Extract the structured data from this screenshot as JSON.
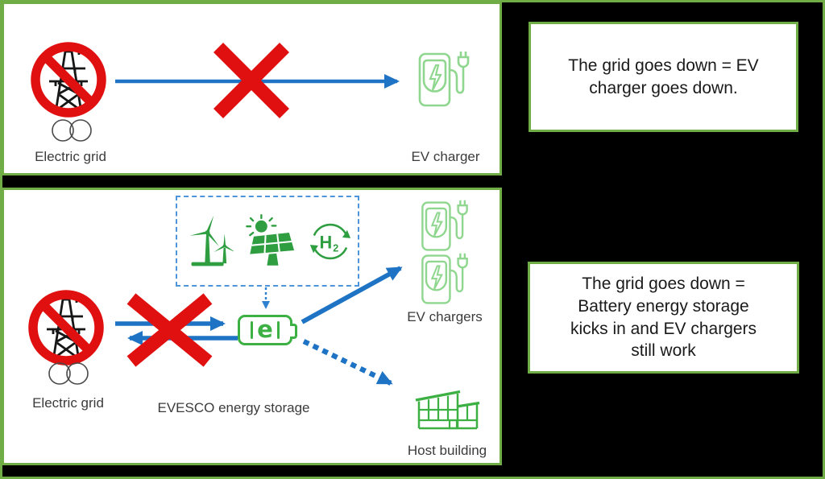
{
  "colors": {
    "outer_border_green": "#70AD47",
    "panel_border_green": "#70AD47",
    "icon_light_green": "#8FD68F",
    "icon_dark_green": "#2E9E41",
    "battery_green": "#3CB043",
    "arrow_blue": "#1E73C4",
    "dashed_blue": "#4D94DB",
    "prohibition_red": "#E11010",
    "background_black": "#000000"
  },
  "top_panel": {
    "grid_label": "Electric grid",
    "charger_label": "EV charger"
  },
  "top_callout": {
    "text": "The grid goes down = EV\ncharger goes down."
  },
  "bottom_panel": {
    "grid_label": "Electric grid",
    "storage_label": "EVESCO energy storage",
    "chargers_label": "EV chargers",
    "building_label": "Host building",
    "battery_logo_letter": "e",
    "hydrogen_symbol": "H",
    "hydrogen_subscript": "2"
  },
  "bottom_callout": {
    "text": "The grid goes down =\nBattery energy storage\nkicks in and EV chargers\nstill work"
  }
}
